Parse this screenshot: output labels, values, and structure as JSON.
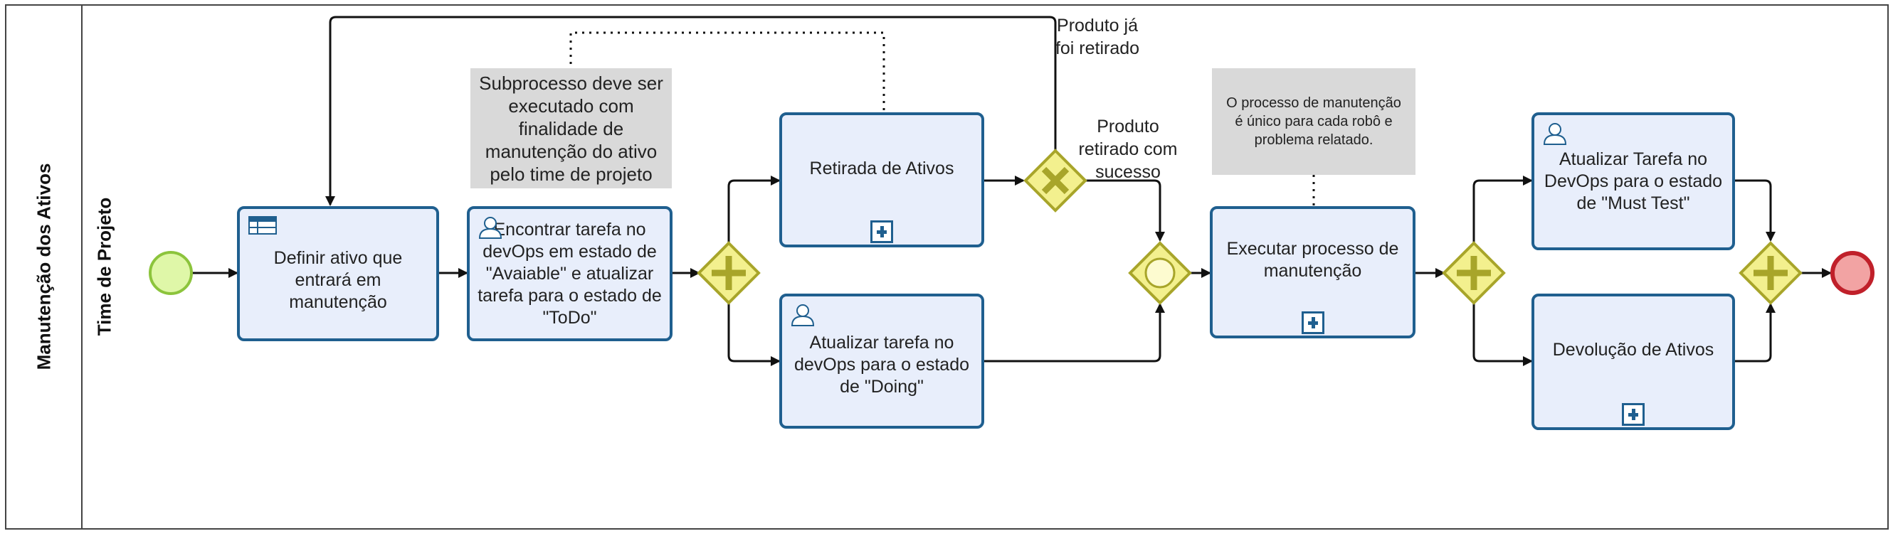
{
  "pool": {
    "label": "Manutenção dos Ativos"
  },
  "lane": {
    "label": "Time de Projeto"
  },
  "tasks": {
    "definir": "Definir ativo que entrará em manutenção",
    "encontrar": "Encontrar tarefa no devOps em estado de \"Avaiable\" e atualizar tarefa  para o estado de \"ToDo\"",
    "retirada": "Retirada de Ativos",
    "atualizar_doing": "Atualizar tarefa no devOps para o estado de \"Doing\"",
    "executar": "Executar processo de manutenção",
    "atualizar_must": "Atualizar Tarefa no DevOps para o estado de \"Must Test\"",
    "devolucao": "Devolução de Ativos"
  },
  "annotations": {
    "subprocesso": "Subprocesso deve ser executado com finalidade de manutenção do ativo pelo time de projeto",
    "processo": "O processo de manutenção é único para cada robô e problema relatado."
  },
  "flow_labels": {
    "ja_retirado": "Produto já foi retirado",
    "retirado_sucesso": "Produto retirado com sucesso"
  },
  "colors": {
    "task_fill": "#e8eefb",
    "task_border": "#1f5f8f",
    "gateway_fill": "#f3f08e",
    "gateway_stroke": "#a8a52a",
    "start_fill": "#dff7a8",
    "start_stroke": "#8cc43c",
    "end_fill": "#f2a3a3",
    "end_stroke": "#c0202a",
    "annotation_fill": "#d9d9d9"
  },
  "icons": {
    "definir": "business-rule-icon",
    "encontrar": "user-task-icon",
    "atualizar_doing": "user-task-icon",
    "atualizar_must": "user-task-icon",
    "subprocess": "subprocess-plus-icon"
  }
}
